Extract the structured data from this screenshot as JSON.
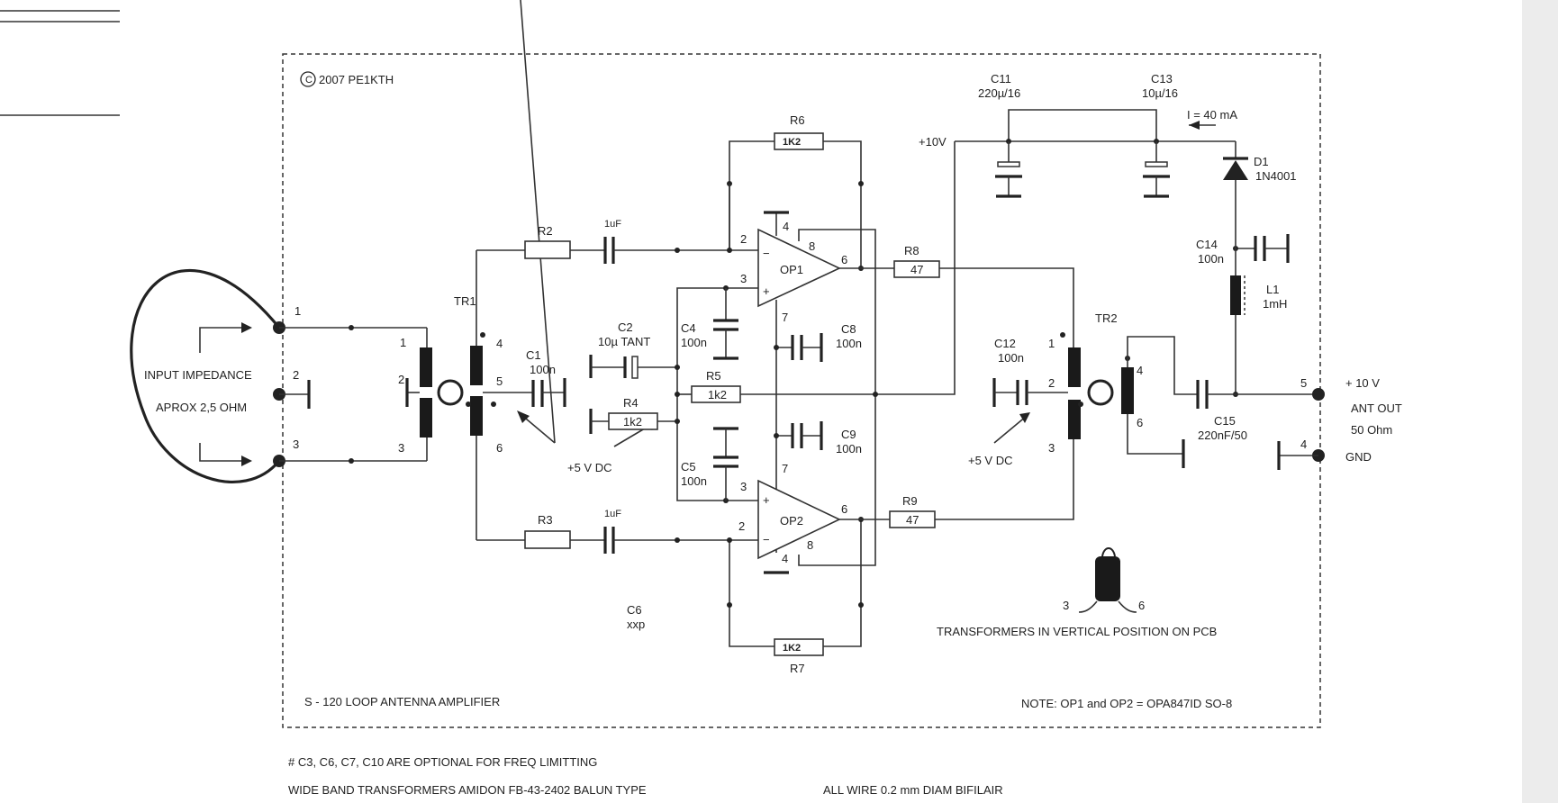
{
  "copyright": "2007  PE1KTH",
  "title": "S - 120  LOOP ANTENNA AMPLIFIER",
  "note": "NOTE:  OP1 and OP2  =  OPA847ID   SO-8",
  "transformers_note": "TRANSFORMERS   IN VERTICAL  POSITION ON PCB",
  "footer": {
    "line1": "#  C3, C6, C7, C10  ARE OPTIONAL FOR FREQ LIMITTING",
    "line2": "WIDE BAND TRANSFORMERS    AMIDON FB-43-2402  BALUN TYPE",
    "line3": "ALL WIRE 0.2 mm DIAM BIFILAIR"
  },
  "input": {
    "line1": "INPUT IMPEDANCE",
    "line2": "APROX  2,5 OHM"
  },
  "output": {
    "v10": "+ 10 V",
    "ant_out": "ANT OUT",
    "ohm": "50 Ohm",
    "gnd": "GND"
  },
  "supply": {
    "v10": "+10V",
    "current": "I = 40 mA",
    "dc5_left": "+5 V DC",
    "dc5_right": "+5 V DC"
  },
  "components": {
    "R2": "R2",
    "R3": "R3",
    "C_1uF_top": "1uF",
    "C_1uF_bot": "1uF",
    "R6": "R6",
    "R6_val": "1K2",
    "R7": "R7",
    "R7_val": "1K2",
    "R8": "R8",
    "R8_val": "47",
    "R9": "R9",
    "R9_val": "47",
    "R5": "R5",
    "R5_val": "1k2",
    "R4": "R4",
    "R4_val": "1k2",
    "C1": "C1",
    "C1_val": "100n",
    "C2": "C2",
    "C2_val": "10µ TANT",
    "C4": "C4",
    "C4_val": "100n",
    "C5": "C5",
    "C5_val": "100n",
    "C6": "C6",
    "C6_val": "xxp",
    "C8": "C8",
    "C8_val": "100n",
    "C9": "C9",
    "C9_val": "100n",
    "C11": "C11",
    "C11_val": "220µ/16",
    "C12": "C12",
    "C12_val": "100n",
    "C13": "C13",
    "C13_val": "10µ/16",
    "C14": "C14",
    "C14_val": "100n",
    "C15": "C15",
    "C15_val": "220nF/50",
    "D1": "D1",
    "D1_val": "1N4001",
    "L1": "L1",
    "L1_val": "1mH",
    "TR1": "TR1",
    "TR2": "TR2",
    "OP1": "OP1",
    "OP2": "OP2"
  },
  "pins": {
    "in1": "1",
    "in2": "2",
    "in3": "3",
    "tr1_1": "1",
    "tr1_2": "2",
    "tr1_3": "3",
    "tr1_4": "4",
    "tr1_5": "5",
    "tr1_6": "6",
    "tr2_1": "1",
    "tr2_2": "2",
    "tr2_3": "3",
    "tr2_4": "4",
    "tr2_6": "6",
    "op1_2": "2",
    "op1_3": "3",
    "op1_4": "4",
    "op1_6": "6",
    "op1_7": "7",
    "op1_8": "8",
    "op2_2": "2",
    "op2_3": "3",
    "op2_4": "4",
    "op2_6": "6",
    "op2_7": "7",
    "op2_8": "8",
    "out5": "5",
    "out4": "4",
    "plus": "+",
    "minus": "−",
    "small3": "3",
    "small6": "6"
  }
}
